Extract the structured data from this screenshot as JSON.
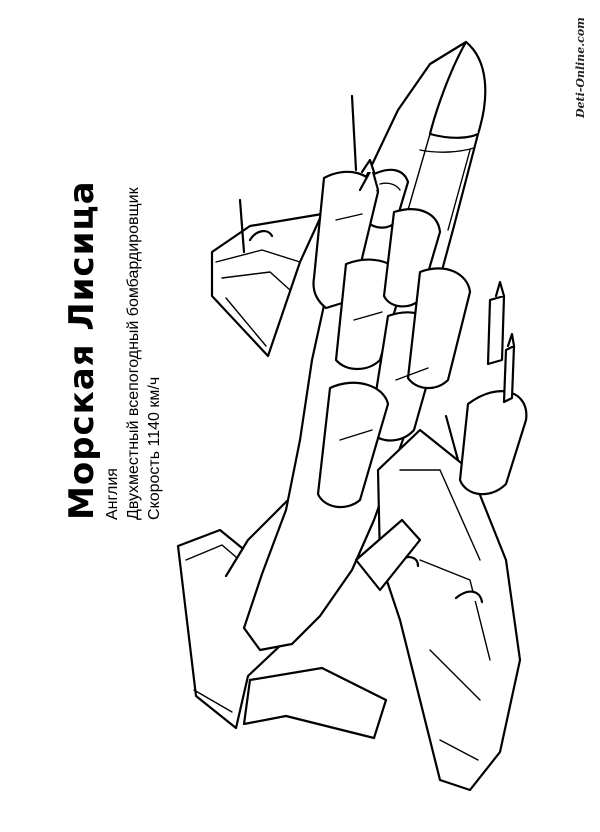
{
  "watermark": "Deti-Online.com",
  "caption": {
    "title": "Морская Лисица",
    "country": "Англия",
    "description": "Двухместный всепогодный бомбардировщик",
    "speed": "Скорость 1140 км/ч"
  },
  "illustration": {
    "subject": "aircraft-line-drawing"
  }
}
